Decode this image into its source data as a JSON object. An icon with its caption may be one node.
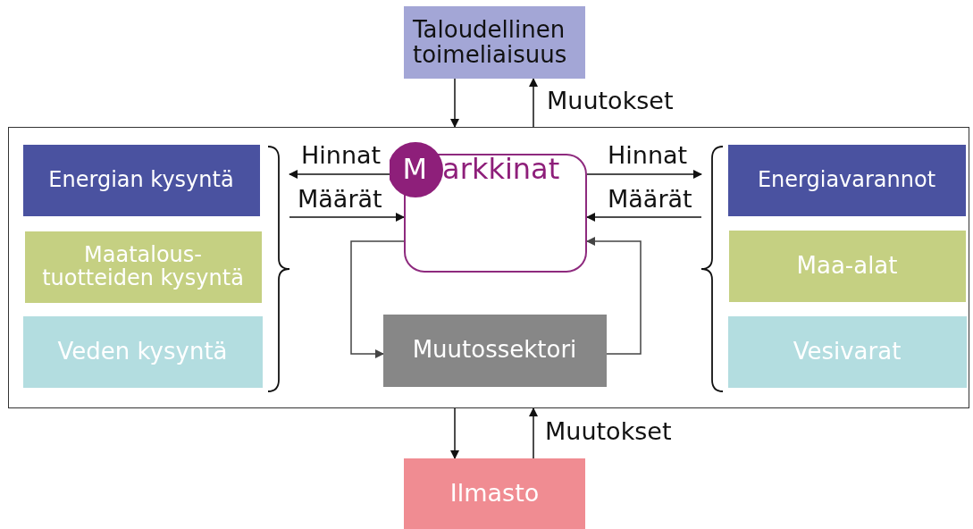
{
  "diagram": {
    "nodes": [
      {
        "text": [],
        "shape": "box"
      },
      {
        "text": [
          "Taloudellinen toimeliaisuus"
        ]
      },
      {
        "text": [
          "Ilmasto"
        ]
      },
      {
        "text": [
          "Energian kysyntä"
        ],
        "in": 0
      },
      {
        "text": [
          "Maatalous- tuotteiden kysyntä"
        ],
        "in": 0
      },
      {
        "text": [
          "Veden kysyntä"
        ],
        "in": 0
      },
      {
        "text": [
          "Markkinat"
        ],
        "in": 0
      },
      {
        "text": [
          "Muutossektori"
        ],
        "in": 0
      },
      {
        "text": [
          "Energiavarannot"
        ],
        "in": 0
      },
      {
        "text": [
          "Maa-alat"
        ],
        "in": 0
      },
      {
        "text": [
          "Vesivarat"
        ],
        "in": 0
      },
      {
        "text": [],
        "shape": "bracket",
        "in": 0
      },
      {
        "text": [],
        "shape": "bracket",
        "in": 0
      }
    ],
    "edges": [
      {
        "from": 1,
        "to": 0,
        "arrow": "to"
      },
      {
        "from": 0,
        "to": 1,
        "arrow": "to",
        "label": "Muutokset"
      },
      {
        "from": 0,
        "to": 2,
        "arrow": "to"
      },
      {
        "from": 2,
        "to": 0,
        "arrow": "to",
        "label": "Muutokset"
      },
      {
        "from": 6,
        "to": 11,
        "arrow": "to",
        "label": "Hinnat"
      },
      {
        "from": 11,
        "to": 6,
        "arrow": "to",
        "label": "Määrät"
      },
      {
        "from": 6,
        "to": 12,
        "arrow": "to",
        "label": "Hinnat"
      },
      {
        "from": 12,
        "to": 6,
        "arrow": "to",
        "label": "Määrät"
      },
      {
        "from": 6,
        "to": 7,
        "arrow": "to",
        "color": "#444444"
      },
      {
        "from": 7,
        "to": 6,
        "arrow": "to",
        "color": "#444444"
      }
    ]
  }
}
